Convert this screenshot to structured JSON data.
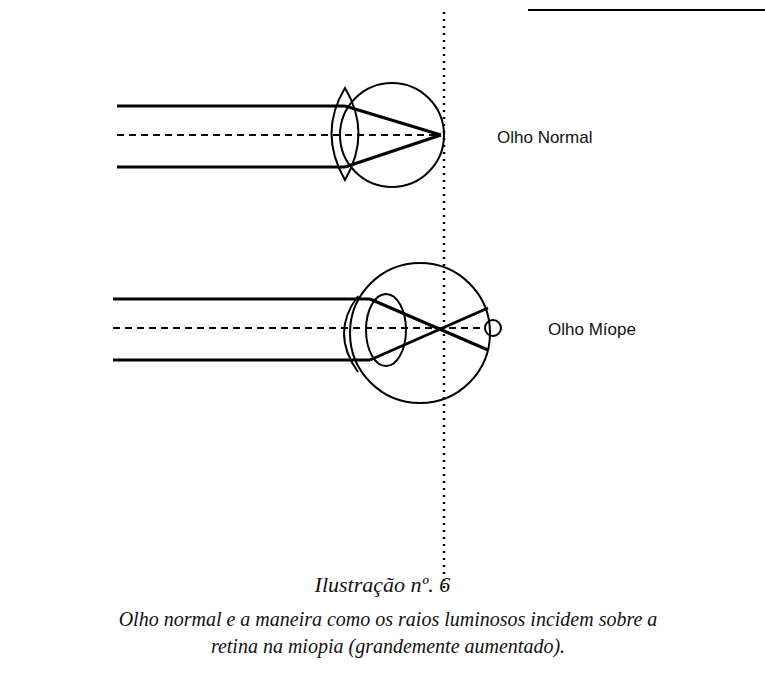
{
  "diagram": {
    "title": "Ilustração nº. 6",
    "caption": "Olho normal e a maneira como os raios luminosos incidem sobre a retina na miopia (grandemente aumentado).",
    "labels": [
      "Olho Normal",
      "Olho Míope"
    ]
  }
}
